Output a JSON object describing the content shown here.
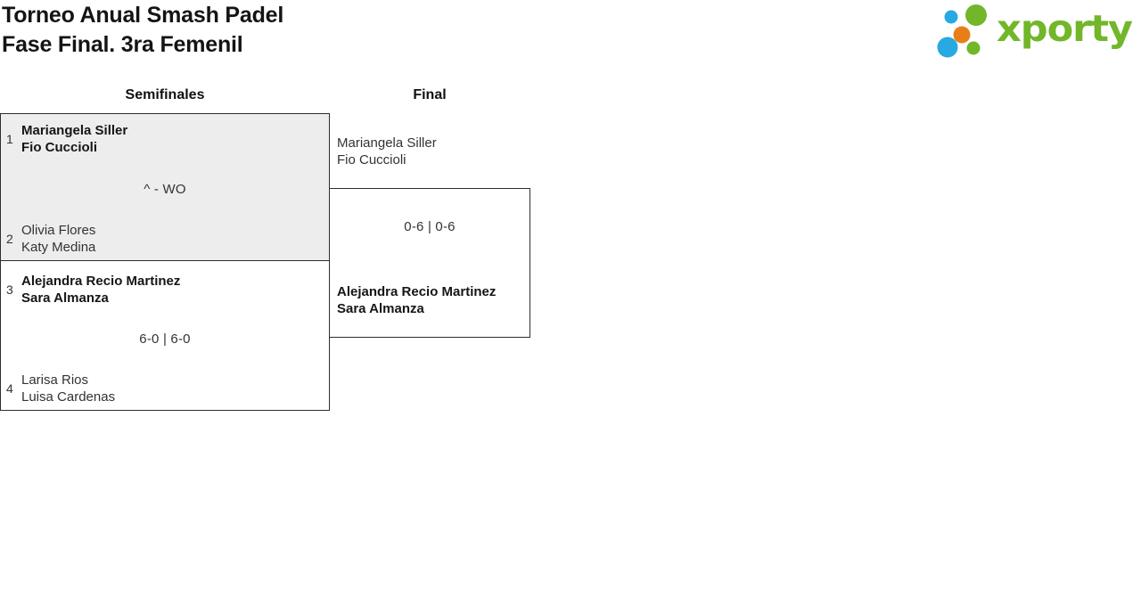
{
  "page": {
    "title_line1": "Torneo Anual Smash Padel",
    "title_line2": "Fase Final. 3ra Femenil"
  },
  "logo": {
    "text": "xporty",
    "colors": {
      "green": "#72b62a",
      "blue": "#29a9e1",
      "orange": "#e87e17"
    }
  },
  "colors": {
    "match_border": "#2e2e2e",
    "highlighted_match_bg": "#ededed",
    "text_primary": "#161616",
    "text_secondary": "#333333"
  },
  "bracket": {
    "rounds": [
      {
        "label": "Semifinales",
        "matches": [
          {
            "score": "^ - WO",
            "teams": [
              {
                "seed": "1",
                "players": [
                  "Mariangela Siller",
                  "Fio Cuccioli"
                ],
                "winner": true
              },
              {
                "seed": "2",
                "players": [
                  "Olivia Flores",
                  "Katy Medina"
                ],
                "winner": false
              }
            ]
          },
          {
            "score": "6-0 | 6-0",
            "teams": [
              {
                "seed": "3",
                "players": [
                  "Alejandra Recio Martinez",
                  "Sara Almanza"
                ],
                "winner": true
              },
              {
                "seed": "4",
                "players": [
                  "Larisa Rios",
                  "Luisa Cardenas"
                ],
                "winner": false
              }
            ]
          }
        ]
      },
      {
        "label": "Final",
        "matches": [
          {
            "score": "0-6 | 0-6",
            "teams": [
              {
                "players": [
                  "Mariangela Siller",
                  "Fio Cuccioli"
                ],
                "winner": false
              },
              {
                "players": [
                  "Alejandra Recio Martinez",
                  "Sara Almanza"
                ],
                "winner": true
              }
            ]
          }
        ]
      }
    ]
  }
}
